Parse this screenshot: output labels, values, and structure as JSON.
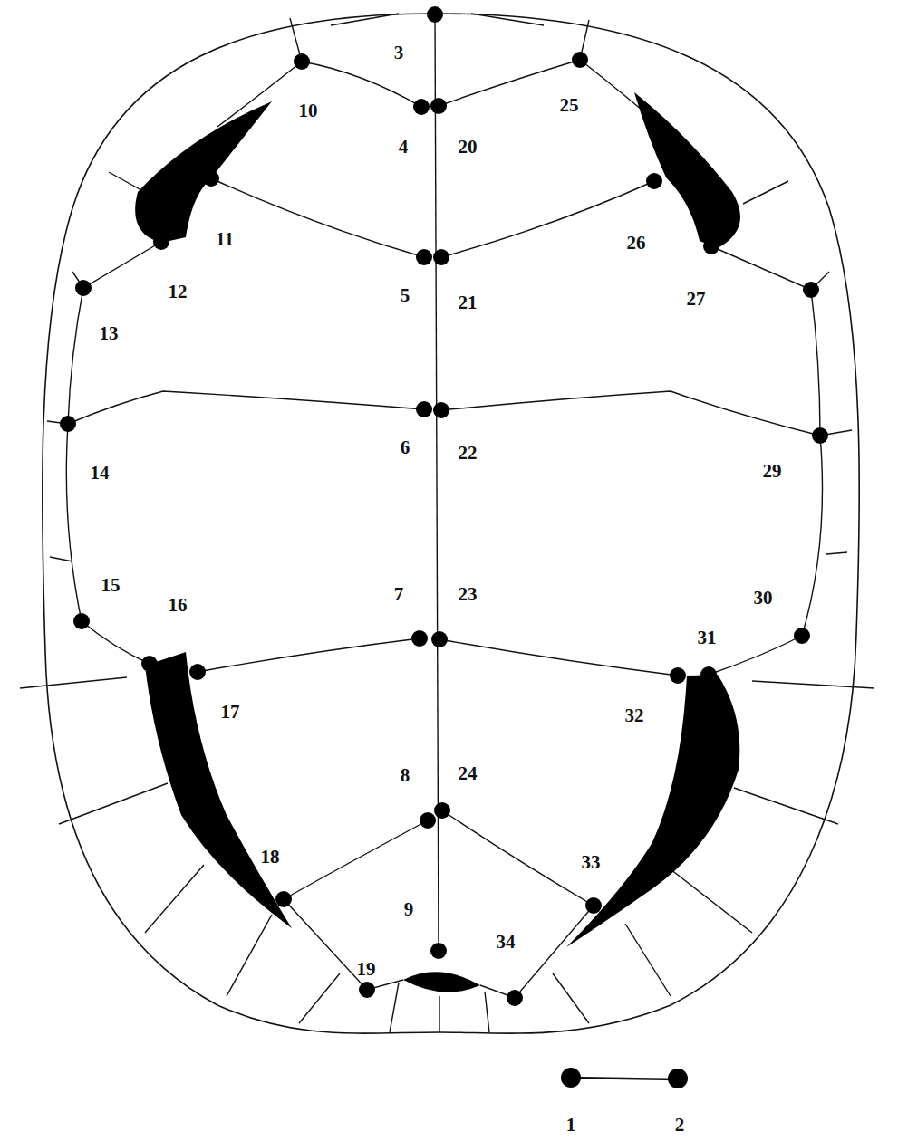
{
  "diagram": {
    "labels": [
      "3",
      "10",
      "25",
      "4",
      "20",
      "11",
      "26",
      "12",
      "5",
      "21",
      "27",
      "13",
      "6",
      "22",
      "14",
      "29",
      "15",
      "16",
      "7",
      "23",
      "30",
      "31",
      "17",
      "32",
      "8",
      "24",
      "18",
      "33",
      "9",
      "19",
      "34",
      "1",
      "2"
    ]
  }
}
